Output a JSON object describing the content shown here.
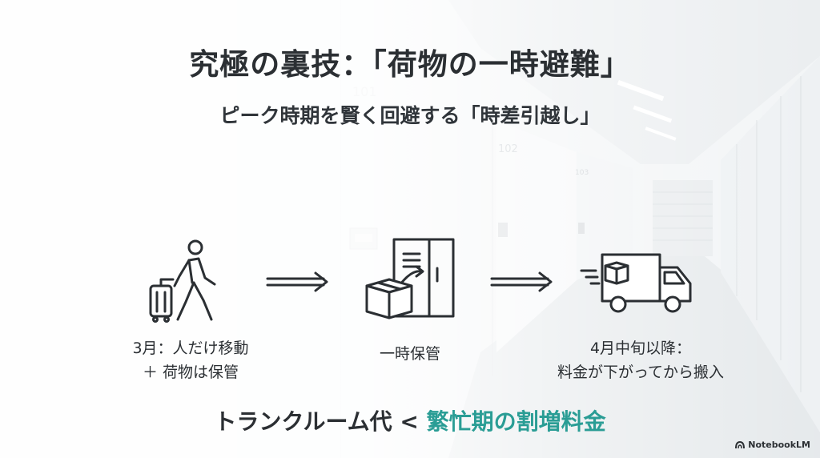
{
  "title": "究極の裏技：「荷物の一時避難」",
  "subtitle": "ピーク時期を賢く回避する「時差引越し」",
  "background": {
    "door_number_1": "101",
    "door_number_2": "102",
    "door_number_3": "103"
  },
  "steps": [
    {
      "icon": "walking-person-suitcase-icon",
      "line1": "3月：人だけ移動",
      "line2": "＋ 荷物は保管"
    },
    {
      "icon": "storage-locker-box-icon",
      "line1": "一時保管"
    },
    {
      "icon": "delivery-truck-icon",
      "line1": "4月中旬以降：",
      "line2": "料金が下がってから搬入"
    }
  ],
  "comparison": {
    "left": "トランクルーム代",
    "operator": "<",
    "right": "繁忙期の割増料金"
  },
  "brand": {
    "label": "NotebookLM"
  },
  "colors": {
    "text": "#2b2f33",
    "accent": "#2a9d95"
  }
}
